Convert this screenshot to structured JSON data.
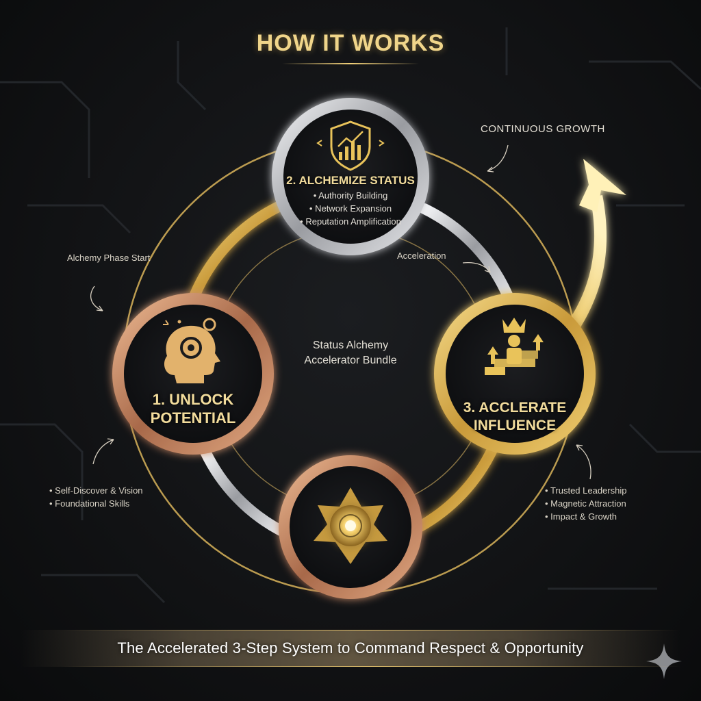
{
  "header": {
    "title": "HOW IT WORKS"
  },
  "annotations": {
    "continuous_growth": "CONTINUOUS GROWTH",
    "alchemy_phase_start": "Alchemy Phase Start",
    "acceleration": "Acceleration"
  },
  "center": {
    "line1": "Status Alchemy",
    "line2": "Accelerator Bundle"
  },
  "steps": [
    {
      "title_line1": "1. UNLOCK",
      "title_line2": "POTENTIAL",
      "icon": "head-gears-icon",
      "points": [
        "Self-Discover & Vision",
        "Foundational Skills"
      ]
    },
    {
      "title": "2. ALCHEMIZE STATUS",
      "icon": "shield-chart-icon",
      "points": [
        "Authority Building",
        "Network Expansion",
        "Reputation Amplification"
      ]
    },
    {
      "title_line1": "3. ACCLERATE",
      "title_line2": "INFLUENCE",
      "icon": "crown-stairs-icon",
      "points": [
        "Trusted Leadership",
        "Magnetic Attraction",
        "Impact & Growth"
      ]
    }
  ],
  "bottom_node": {
    "icon": "star-vortex-icon"
  },
  "banner": {
    "text": "The Accelerated 3-Step System to Command Respect & Opportunity"
  },
  "corner": {
    "icon": "sparkle-icon"
  },
  "colors": {
    "gold": "#e9c35a",
    "silver": "#c9cbcf",
    "bronze": "#d39a72",
    "background": "#121315"
  }
}
